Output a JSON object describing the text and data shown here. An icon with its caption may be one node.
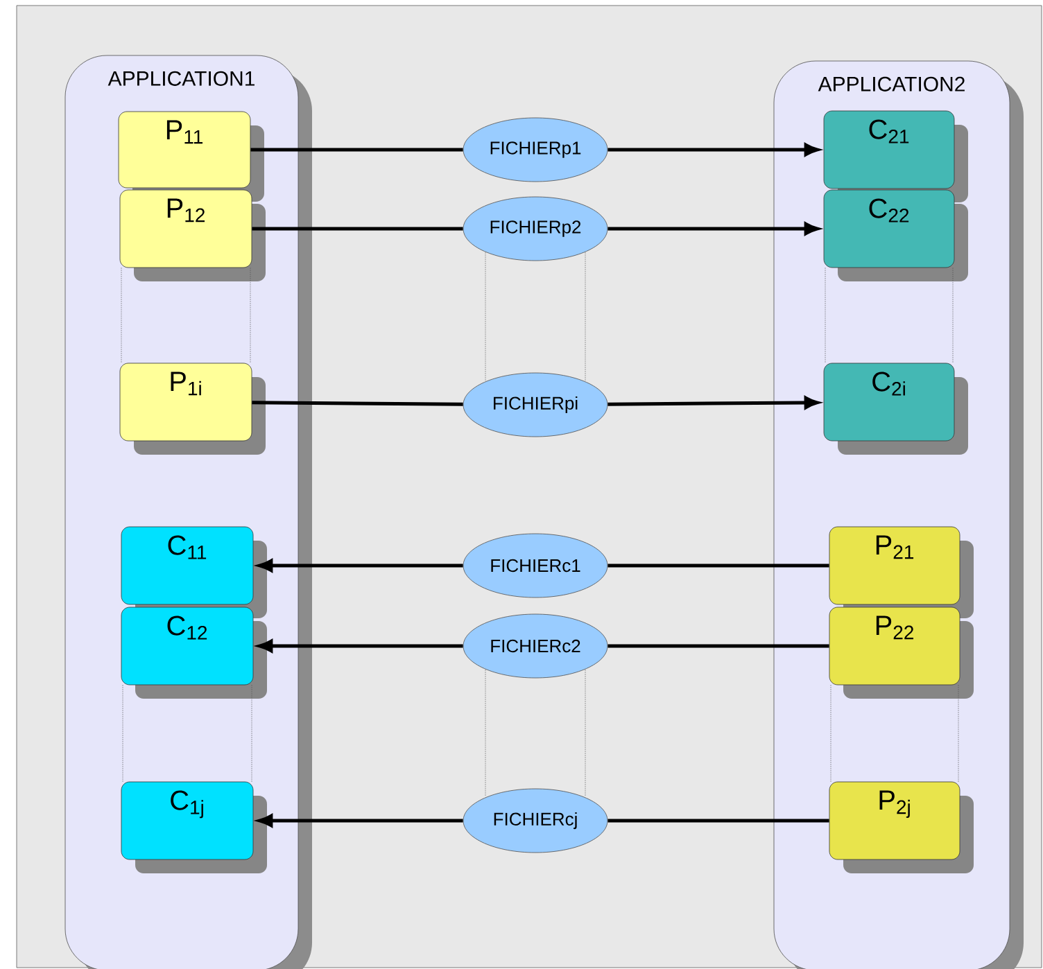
{
  "diagram": {
    "nodes": [
      {
        "text": [
          "APPLICATION1"
        ]
      },
      {
        "text": [
          "P$_{11}$"
        ],
        "in": 0
      },
      {
        "text": [
          "P$_{12}$"
        ],
        "in": 0
      },
      {
        "text": [
          "P$_{1i}$"
        ],
        "in": 0
      },
      {
        "text": [
          "C$_{11}$"
        ],
        "in": 0
      },
      {
        "text": [
          "C$_{12}$"
        ],
        "in": 0
      },
      {
        "text": [
          "C$_{1j}$"
        ],
        "in": 0
      },
      {
        "text": [
          "APPLICATION2"
        ]
      },
      {
        "text": [
          "C$_{21}$"
        ],
        "in": 7
      },
      {
        "text": [
          "C$_{22}$"
        ],
        "in": 7
      },
      {
        "text": [
          "C$_{2i}$"
        ],
        "in": 7
      },
      {
        "text": [
          "P$_{21}$"
        ],
        "in": 7
      },
      {
        "text": [
          "P$_{22}$"
        ],
        "in": 7
      },
      {
        "text": [
          "P$_{2j}$"
        ],
        "in": 7
      },
      {
        "text": [
          "FICHIERp1"
        ]
      },
      {
        "text": [
          "FICHIERp2"
        ]
      },
      {
        "text": [
          "FICHIERpi"
        ]
      },
      {
        "text": [
          "FICHIERc1"
        ]
      },
      {
        "text": [
          "FICHIERc2"
        ]
      },
      {
        "text": [
          "FICHIERcj"
        ]
      }
    ],
    "edges": [
      {
        "from": 1,
        "to": 14,
        "arrow": "none",
        "style": "thick"
      },
      {
        "from": 14,
        "to": 8,
        "arrow": "to",
        "style": "thick"
      },
      {
        "from": 2,
        "to": 15,
        "arrow": "none",
        "style": "thick"
      },
      {
        "from": 15,
        "to": 9,
        "arrow": "to",
        "style": "thick"
      },
      {
        "from": 3,
        "to": 16,
        "arrow": "none",
        "style": "thick"
      },
      {
        "from": 16,
        "to": 10,
        "arrow": "to",
        "style": "thick"
      },
      {
        "from": 11,
        "to": 17,
        "arrow": "none",
        "style": "thick"
      },
      {
        "from": 17,
        "to": 4,
        "arrow": "to",
        "style": "thick"
      },
      {
        "from": 12,
        "to": 18,
        "arrow": "none",
        "style": "thick"
      },
      {
        "from": 18,
        "to": 5,
        "arrow": "to",
        "style": "thick"
      },
      {
        "from": 13,
        "to": 19,
        "arrow": "none",
        "style": "thick"
      },
      {
        "from": 19,
        "to": 6,
        "arrow": "to",
        "style": "thick"
      },
      {
        "from": 2,
        "to": 3,
        "arrow": "none",
        "style": "dashed"
      },
      {
        "from": 2,
        "to": 3,
        "arrow": "none",
        "style": "dashed"
      },
      {
        "from": 5,
        "to": 6,
        "arrow": "none",
        "style": "dashed"
      },
      {
        "from": 5,
        "to": 6,
        "arrow": "none",
        "style": "dashed"
      },
      {
        "from": 15,
        "to": 16,
        "arrow": "none",
        "style": "dashed"
      },
      {
        "from": 15,
        "to": 16,
        "arrow": "none",
        "style": "dashed"
      },
      {
        "from": 18,
        "to": 19,
        "arrow": "none",
        "style": "dashed"
      },
      {
        "from": 18,
        "to": 19,
        "arrow": "none",
        "style": "dashed"
      },
      {
        "from": 9,
        "to": 10,
        "arrow": "none",
        "style": "dashed"
      },
      {
        "from": 9,
        "to": 10,
        "arrow": "none",
        "style": "dashed"
      },
      {
        "from": 12,
        "to": 13,
        "arrow": "none",
        "style": "dashed"
      },
      {
        "from": 12,
        "to": 13,
        "arrow": "none",
        "style": "dashed"
      }
    ]
  }
}
